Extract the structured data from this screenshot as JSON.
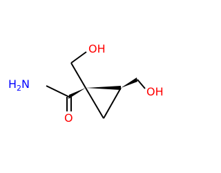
{
  "molecule": {
    "labels": {
      "hydroxyl_top": "OH",
      "hydroxyl_right": "OH",
      "amide_n": "H",
      "amide_n_sub": "2",
      "amide_n_atom": "N",
      "carbonyl_o": "O"
    },
    "colors": {
      "bond": "#000000",
      "oxygen": "#ff0000",
      "nitrogen": "#0000ff"
    }
  }
}
